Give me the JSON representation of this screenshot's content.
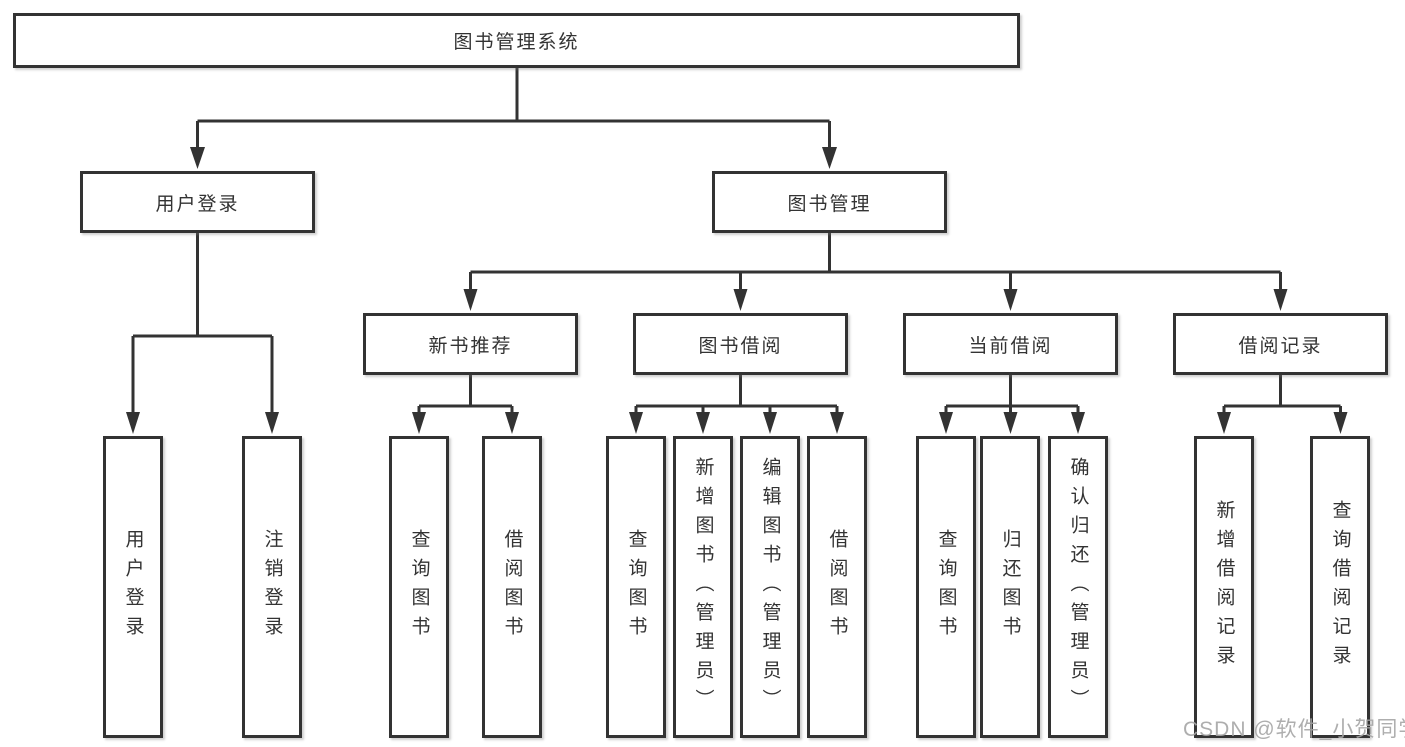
{
  "tree": {
    "root": "图书管理系统",
    "children": [
      {
        "label": "用户登录",
        "children": [
          "用户登录",
          "注销登录"
        ]
      },
      {
        "label": "图书管理",
        "children": [
          {
            "label": "新书推荐",
            "children": [
              "查询图书",
              "借阅图书"
            ]
          },
          {
            "label": "图书借阅",
            "children": [
              "查询图书",
              "新增图书（管理员）",
              "编辑图书（管理员）",
              "借阅图书"
            ]
          },
          {
            "label": "当前借阅",
            "children": [
              "查询图书",
              "归还图书",
              "确认归还（管理员）"
            ]
          },
          {
            "label": "借阅记录",
            "children": [
              "新增借阅记录",
              "查询借阅记录"
            ]
          }
        ]
      }
    ]
  },
  "colors": {
    "line": "#333333",
    "box_border": "#333333",
    "text": "#333333",
    "watermark": "#a6a6a6"
  },
  "watermark": {
    "text": "CSDN @软件_小贺同学"
  }
}
